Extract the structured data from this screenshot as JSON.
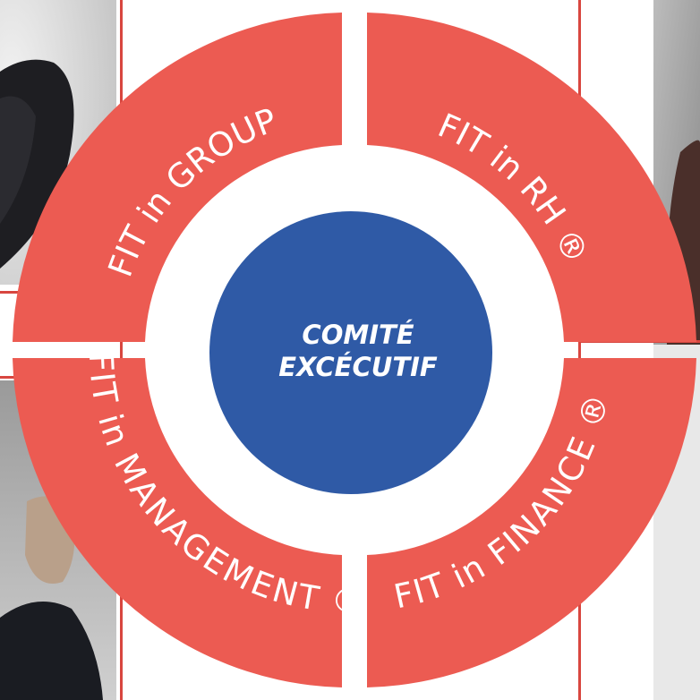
{
  "colors": {
    "segment": "#ec5b52",
    "center": "#2f5aa6",
    "ring_gap": "#ffffff",
    "frame_line": "#d8463f"
  },
  "segments": [
    {
      "id": "group",
      "label": "FIT in GROUP"
    },
    {
      "id": "rh",
      "label": "FIT in RH ®"
    },
    {
      "id": "management",
      "label": "FIT in MANAGEMENT ®"
    },
    {
      "id": "finance",
      "label": "FIT in FINANCE ®"
    }
  ],
  "center": {
    "line1": "COMITÉ",
    "line2": "EXCÉCUTIF"
  },
  "photos": [
    {
      "id": "top-left",
      "icon": "person-photo"
    },
    {
      "id": "bottom-left",
      "icon": "person-photo"
    },
    {
      "id": "top-right",
      "icon": "person-photo"
    },
    {
      "id": "bottom-right",
      "icon": "person-photo"
    }
  ]
}
